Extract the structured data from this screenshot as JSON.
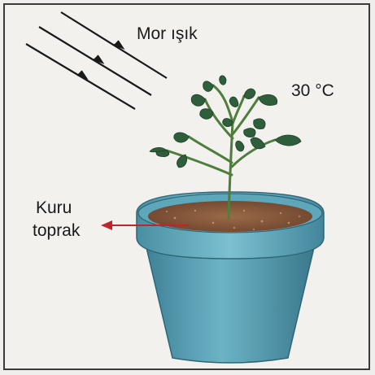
{
  "labels": {
    "light": "Mor ışık",
    "temperature": "30 °C",
    "soil_line1": "Kuru",
    "soil_line2": "toprak"
  },
  "colors": {
    "pot": "#5aa0b4",
    "pot_rim": "#6bb0c4",
    "soil": "#8a5a3c",
    "leaf": "#2f5e3a",
    "pointer_arrow": "#c0242c",
    "light_rays": "#1a1a1a"
  }
}
